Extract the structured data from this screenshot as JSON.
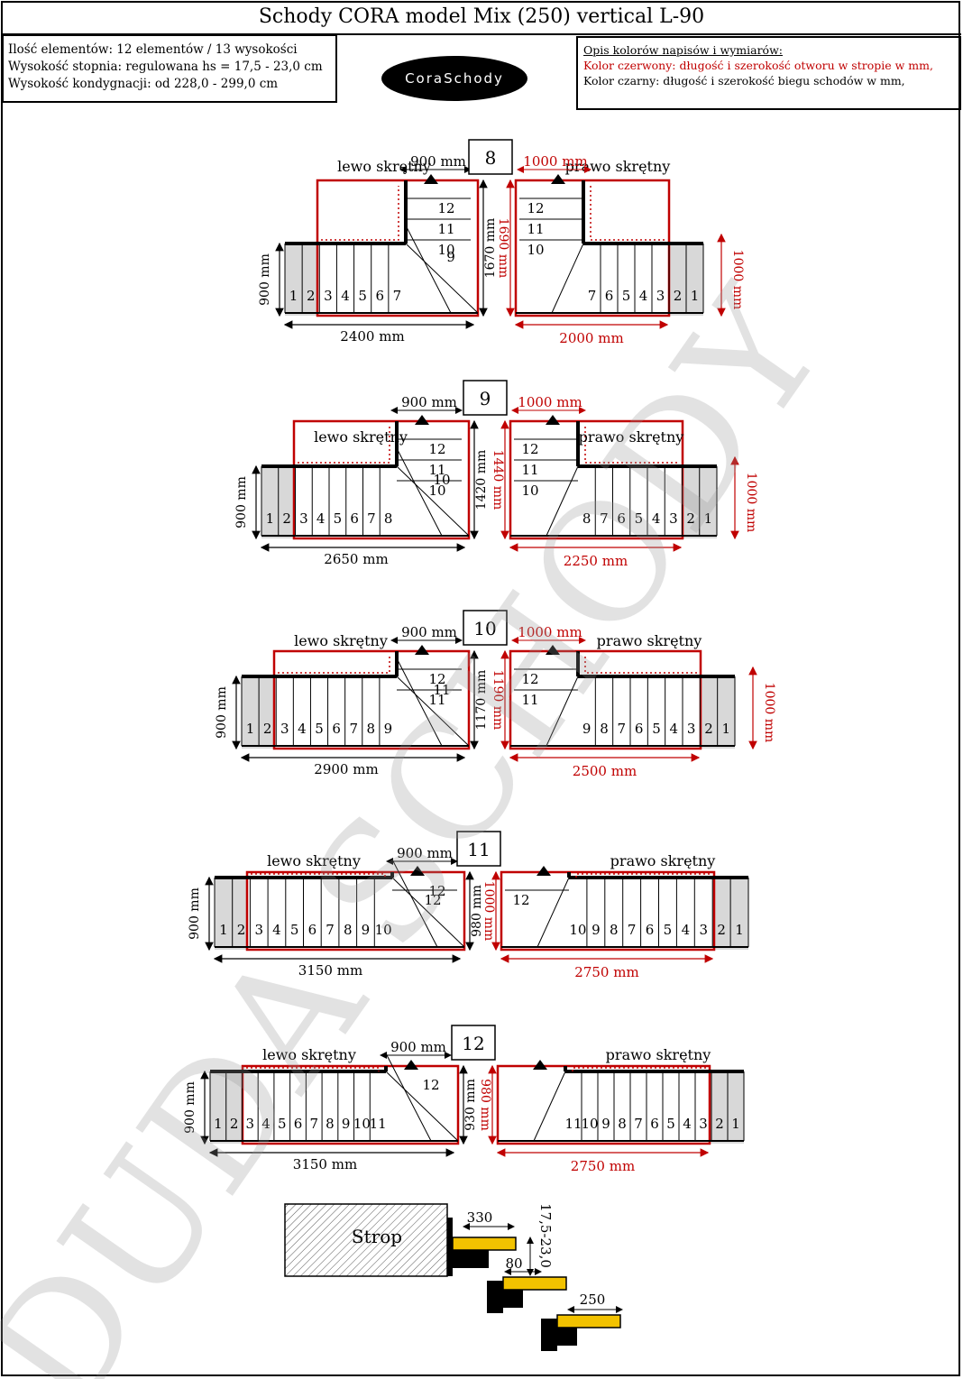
{
  "title": "Schody CORA model Mix (250) vertical L-90",
  "info": {
    "line1": "Ilość elementów: 12 elementów / 13 wysokości",
    "line2": "Wysokość stopnia: regulowana  hs = 17,5 - 23,0 cm",
    "line3": "Wysokość kondygnacji: od 228,0 - 299,0 cm"
  },
  "logo_text": "CoraSchody",
  "legend": {
    "header": "Opis kolorów napisów i wymiarów:",
    "red_line": "Kolor czerwony: długość i szerokość otworu w stropie w mm,",
    "black_line": "Kolor czarny: długość i szerokość biegu schodów w mm,"
  },
  "watermark": "DUDA SCHODY",
  "colors": {
    "red": "#c00000",
    "black": "#000000",
    "gray": "#d8d8d8",
    "yellow": "#f2c200"
  },
  "labels": {
    "left": "lewo skrętny",
    "right": "prawo skrętny"
  },
  "configs": [
    {
      "count": "8",
      "left_width": "900 mm",
      "left_length": "2400 mm",
      "left_depth": "1670 mm",
      "left_run_width": "900 mm",
      "right_width": "1000 mm",
      "right_length": "2000 mm",
      "right_depth": "1690 mm",
      "right_run_width": "1000 mm"
    },
    {
      "count": "9",
      "left_width": "900 mm",
      "left_length": "2650 mm",
      "left_depth": "1420 mm",
      "left_run_width": "900 mm",
      "right_width": "1000 mm",
      "right_length": "2250 mm",
      "right_depth": "1440 mm",
      "right_run_width": "1000 mm"
    },
    {
      "count": "10",
      "left_width": "900 mm",
      "left_length": "2900 mm",
      "left_depth": "1170 mm",
      "left_run_width": "900 mm",
      "right_width": "1000 mm",
      "right_length": "2500 mm",
      "right_depth": "1190 mm",
      "right_run_width": "1000 mm"
    },
    {
      "count": "11",
      "left_width": "900 mm",
      "left_length": "3150 mm",
      "left_depth": "980 mm",
      "left_run_width": "900 mm",
      "right_width": "",
      "right_length": "2750 mm",
      "right_depth": "1000 mm",
      "right_run_width": ""
    },
    {
      "count": "12",
      "left_width": "900 mm",
      "left_length": "3150 mm",
      "left_depth": "930 mm",
      "left_run_width": "900 mm",
      "right_width": "",
      "right_length": "2750 mm",
      "right_depth": "980 mm",
      "right_run_width": ""
    }
  ],
  "detail": {
    "slab": "Strop",
    "tread": "330",
    "gap": "80",
    "step": "250",
    "rise": "17,5-23,0"
  }
}
